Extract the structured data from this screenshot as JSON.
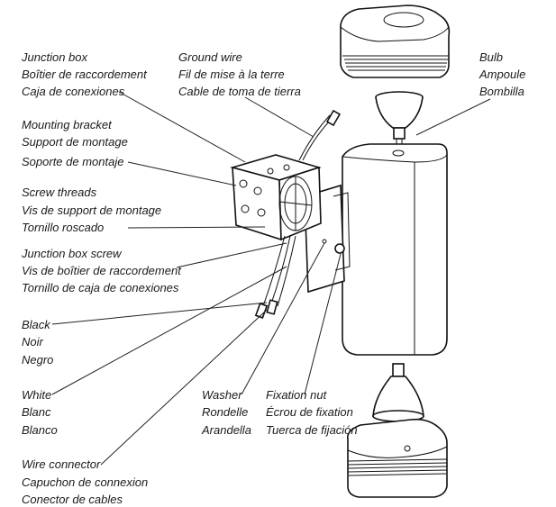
{
  "labels": {
    "junction_box": [
      "Junction box",
      "Boîtier de raccordement",
      "Caja de conexiones"
    ],
    "ground_wire": [
      "Ground wire",
      "Fil de mise à la terre",
      "Cable de toma de tierra"
    ],
    "bulb": [
      "Bulb",
      "Ampoule",
      "Bombilla"
    ],
    "mounting_bracket": [
      "Mounting bracket",
      "Support de montage",
      "Soporte de montaje"
    ],
    "screw_threads": [
      "Screw threads",
      "Vis de support de montage",
      "Tornillo roscado"
    ],
    "junction_box_screw": [
      "Junction box screw",
      "Vis de boîtier de raccordement",
      "Tornillo de caja de conexiones"
    ],
    "black": [
      "Black",
      "Noir",
      "Negro"
    ],
    "white": [
      "White",
      "Blanc",
      "Blanco"
    ],
    "washer": [
      "Washer",
      "Rondelle",
      "Arandella"
    ],
    "fixation_nut": [
      "Fixation nut",
      "Écrou de fixation",
      "Tuerca de fijación"
    ],
    "wire_connector": [
      "Wire connector",
      "Capuchon de connexion",
      "Conector de cables"
    ]
  }
}
